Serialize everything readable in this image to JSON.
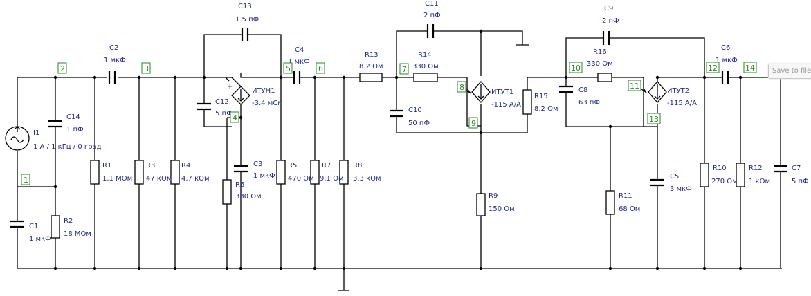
{
  "tooltip": "Save to file",
  "components": {
    "I1": {
      "name": "I1",
      "value": "1 А / 1 кГц / 0 град"
    },
    "C14": {
      "name": "C14",
      "value": "1 пФ"
    },
    "C1": {
      "name": "C1",
      "value": "1 мкФ"
    },
    "R2": {
      "name": "R2",
      "value": "18 МОм"
    },
    "C2": {
      "name": "C2",
      "value": "1 мкФ"
    },
    "R1": {
      "name": "R1",
      "value": "1.1 МОм"
    },
    "R3": {
      "name": "R3",
      "value": "47 кОм"
    },
    "R4": {
      "name": "R4",
      "value": "4.7 кОм"
    },
    "C13": {
      "name": "C13",
      "value": "1.5 пФ"
    },
    "C12": {
      "name": "C12",
      "value": "5 пФ"
    },
    "ITUN1": {
      "name": "ИТУН1",
      "value": "-3.4 мСм"
    },
    "C3": {
      "name": "C3",
      "value": "1 мкФ"
    },
    "R6": {
      "name": "R6",
      "value": "330 Ом"
    },
    "R5": {
      "name": "R5",
      "value": "470 Ом"
    },
    "C4": {
      "name": "C4",
      "value": "1 мкФ"
    },
    "R7": {
      "name": "R7",
      "value": "9.1 Ом"
    },
    "R8": {
      "name": "R8",
      "value": "3.3 кОм"
    },
    "R13": {
      "name": "R13",
      "value": "8.2 Ом"
    },
    "C11": {
      "name": "C11",
      "value": "2 пФ"
    },
    "R14": {
      "name": "R14",
      "value": "330 Ом"
    },
    "C10": {
      "name": "C10",
      "value": "50 пФ"
    },
    "ITUT1": {
      "name": "ИТУТ1",
      "value": "-115 А/А"
    },
    "R9": {
      "name": "R9",
      "value": "150 Ом"
    },
    "R15": {
      "name": "R15",
      "value": "8.2 Ом"
    },
    "C9": {
      "name": "C9",
      "value": "2 пФ"
    },
    "R16": {
      "name": "R16",
      "value": "330 Ом"
    },
    "C8": {
      "name": "C8",
      "value": "63 пФ"
    },
    "R11": {
      "name": "R11",
      "value": "68 Ом"
    },
    "ITUT2": {
      "name": "ИТУТ2",
      "value": "-115 А/А"
    },
    "C5": {
      "name": "C5",
      "value": "3 мкФ"
    },
    "R10": {
      "name": "R10",
      "value": "270 Ом"
    },
    "C6": {
      "name": "C6",
      "value": "1 мкФ"
    },
    "R12": {
      "name": "R12",
      "value": "1 кОм"
    },
    "C7": {
      "name": "C7",
      "value": "5 пФ"
    }
  },
  "nodes": {
    "n1": "1",
    "n2": "2",
    "n3": "3",
    "n4": "4",
    "n5": "5",
    "n6": "6",
    "n7": "7",
    "n8": "8",
    "n9": "9",
    "n10": "10",
    "n11": "11",
    "n12": "12",
    "n13": "13",
    "n14": "14"
  },
  "marks": {
    "plus": "+"
  },
  "colors": {
    "label": "#1f2a8a",
    "node": "#2a8a2a",
    "wire": "#000000"
  }
}
